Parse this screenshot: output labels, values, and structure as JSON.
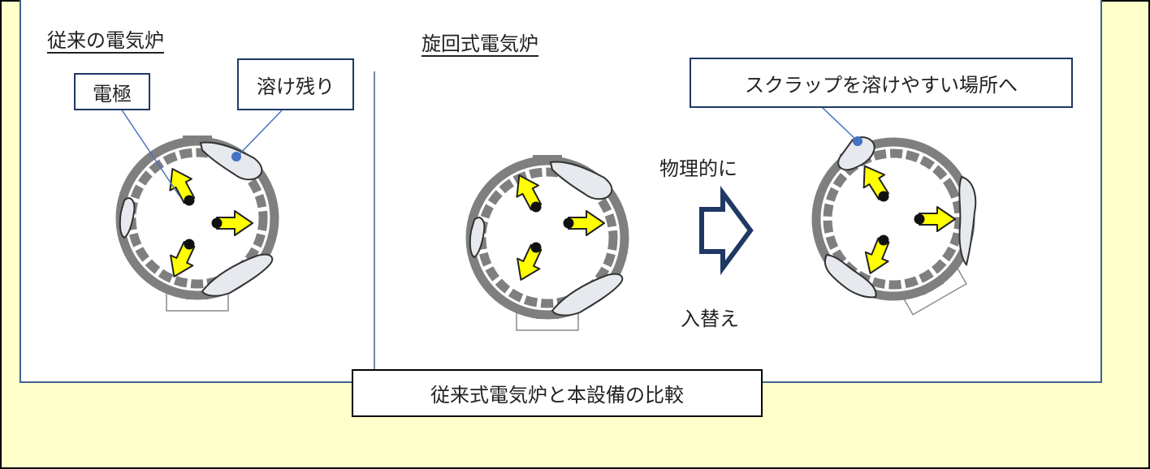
{
  "diagram": {
    "conventional_heading": "従来の電気炉",
    "rotary_heading": "旋回式電気炉",
    "electrode_label": "電極",
    "residue_label": "溶け残り",
    "scrap_label": "スクラップを溶けやすい場所へ",
    "physically_text": "物理的に",
    "swap_text": "入替え",
    "caption": "従来式電気炉と本設備の比較"
  },
  "colors": {
    "background": "#ffffcc",
    "panel_border": "#42628e",
    "furnace_gray": "#7f7f7f",
    "arrow_yellow": "#ffff00",
    "scrap_fill": "#e6e9ed",
    "callout_dot": "#4472c4",
    "flow_arrow_border": "#1f3864"
  }
}
